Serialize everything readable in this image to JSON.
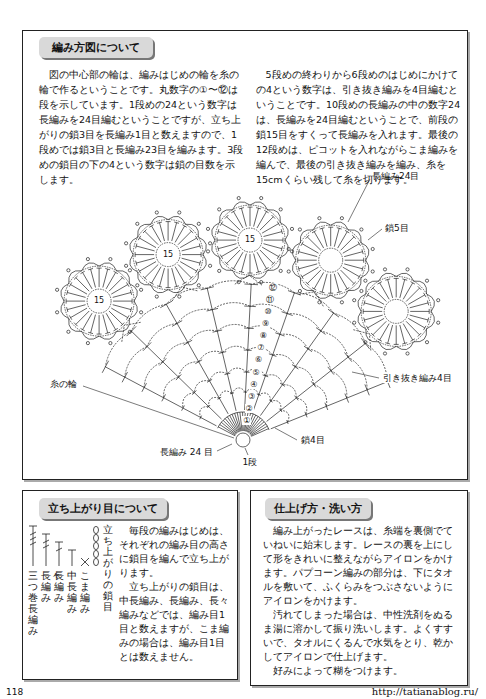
{
  "diagram": {
    "nodes": [
      {
        "text": [
          "図の中心部の輪は、編みはじめの輪を糸の輪で作るということです。丸数字の①〜⑫は段を示しています。1段めの24という数字は長編みを24目編むということですが、立ち上がりの鎖3目を長編み1目と数えますので、1段めでは鎖3目と長編み23目を編みます。3段めの鎖目の下の4という数字は鎖の目数を示します。",
          "5段めの終わりから6段めのはじめにかけての4という数字は、引き抜き編みを4目編むということです。10段めの長編みの中の数字24は、長編みを24目編むということで、前段の鎖15目をすくって長編みを入れます。最後の12段めは、ピコットを入れながらこま編みを編んで、最後の引き抜き編みを編み、糸を15cmくらい残して糸を切ります。"
        ]
      },
      {
        "text": [
          "編み方図について"
        ],
        "in": 0
      },
      {
        "text": [
          "毎段の編みはじめは、それぞれの編み目の高さに鎖目を編んで立ち上がります。",
          "立ち上がりの鎖目は、中長編み、長編み、長々編みなどでは、編み目1目と数えますが、こま編みの場合は、編み目1目とは数えません。"
        ]
      },
      {
        "text": [
          "立ち上がり目について"
        ],
        "in": 2
      },
      {
        "text": [
          "編み上がったレースは、糸端を裏側でていねいに始末します。レースの裏を上にして形をきれいに整えながらアイロンをかけます。パプコーン編みの部分は、下にタオルを敷いて、ふくらみをつぶさないようにアイロンをかけます。",
          "汚れてしまった場合は、中性洗剤をぬるま湯に溶かして振り洗いします。よくすすいで、タオルにくるんで水気をとり、乾かしてアイロンで仕上げます。",
          "好みによって糊をつけます。"
        ]
      },
      {
        "text": [
          "仕上げ方・洗い方"
        ],
        "in": 4
      }
    ],
    "labels": [
      "長編み24目",
      "鎖5目",
      "15",
      "15",
      "15",
      "引き抜き編み4目",
      "鎖4目",
      "1段",
      "長編み 24 目",
      "糸の輪",
      "①",
      "②",
      "③",
      "④",
      "⑤",
      "⑥",
      "⑦",
      "⑧",
      "⑨",
      "⑩",
      "⑪",
      "⑫",
      "三つ巻長編み",
      "長々編み",
      "長編み",
      "中長編み",
      "こま編み",
      "立ち上がりの鎖目",
      "118",
      "http://tatianablog.ru/"
    ]
  }
}
